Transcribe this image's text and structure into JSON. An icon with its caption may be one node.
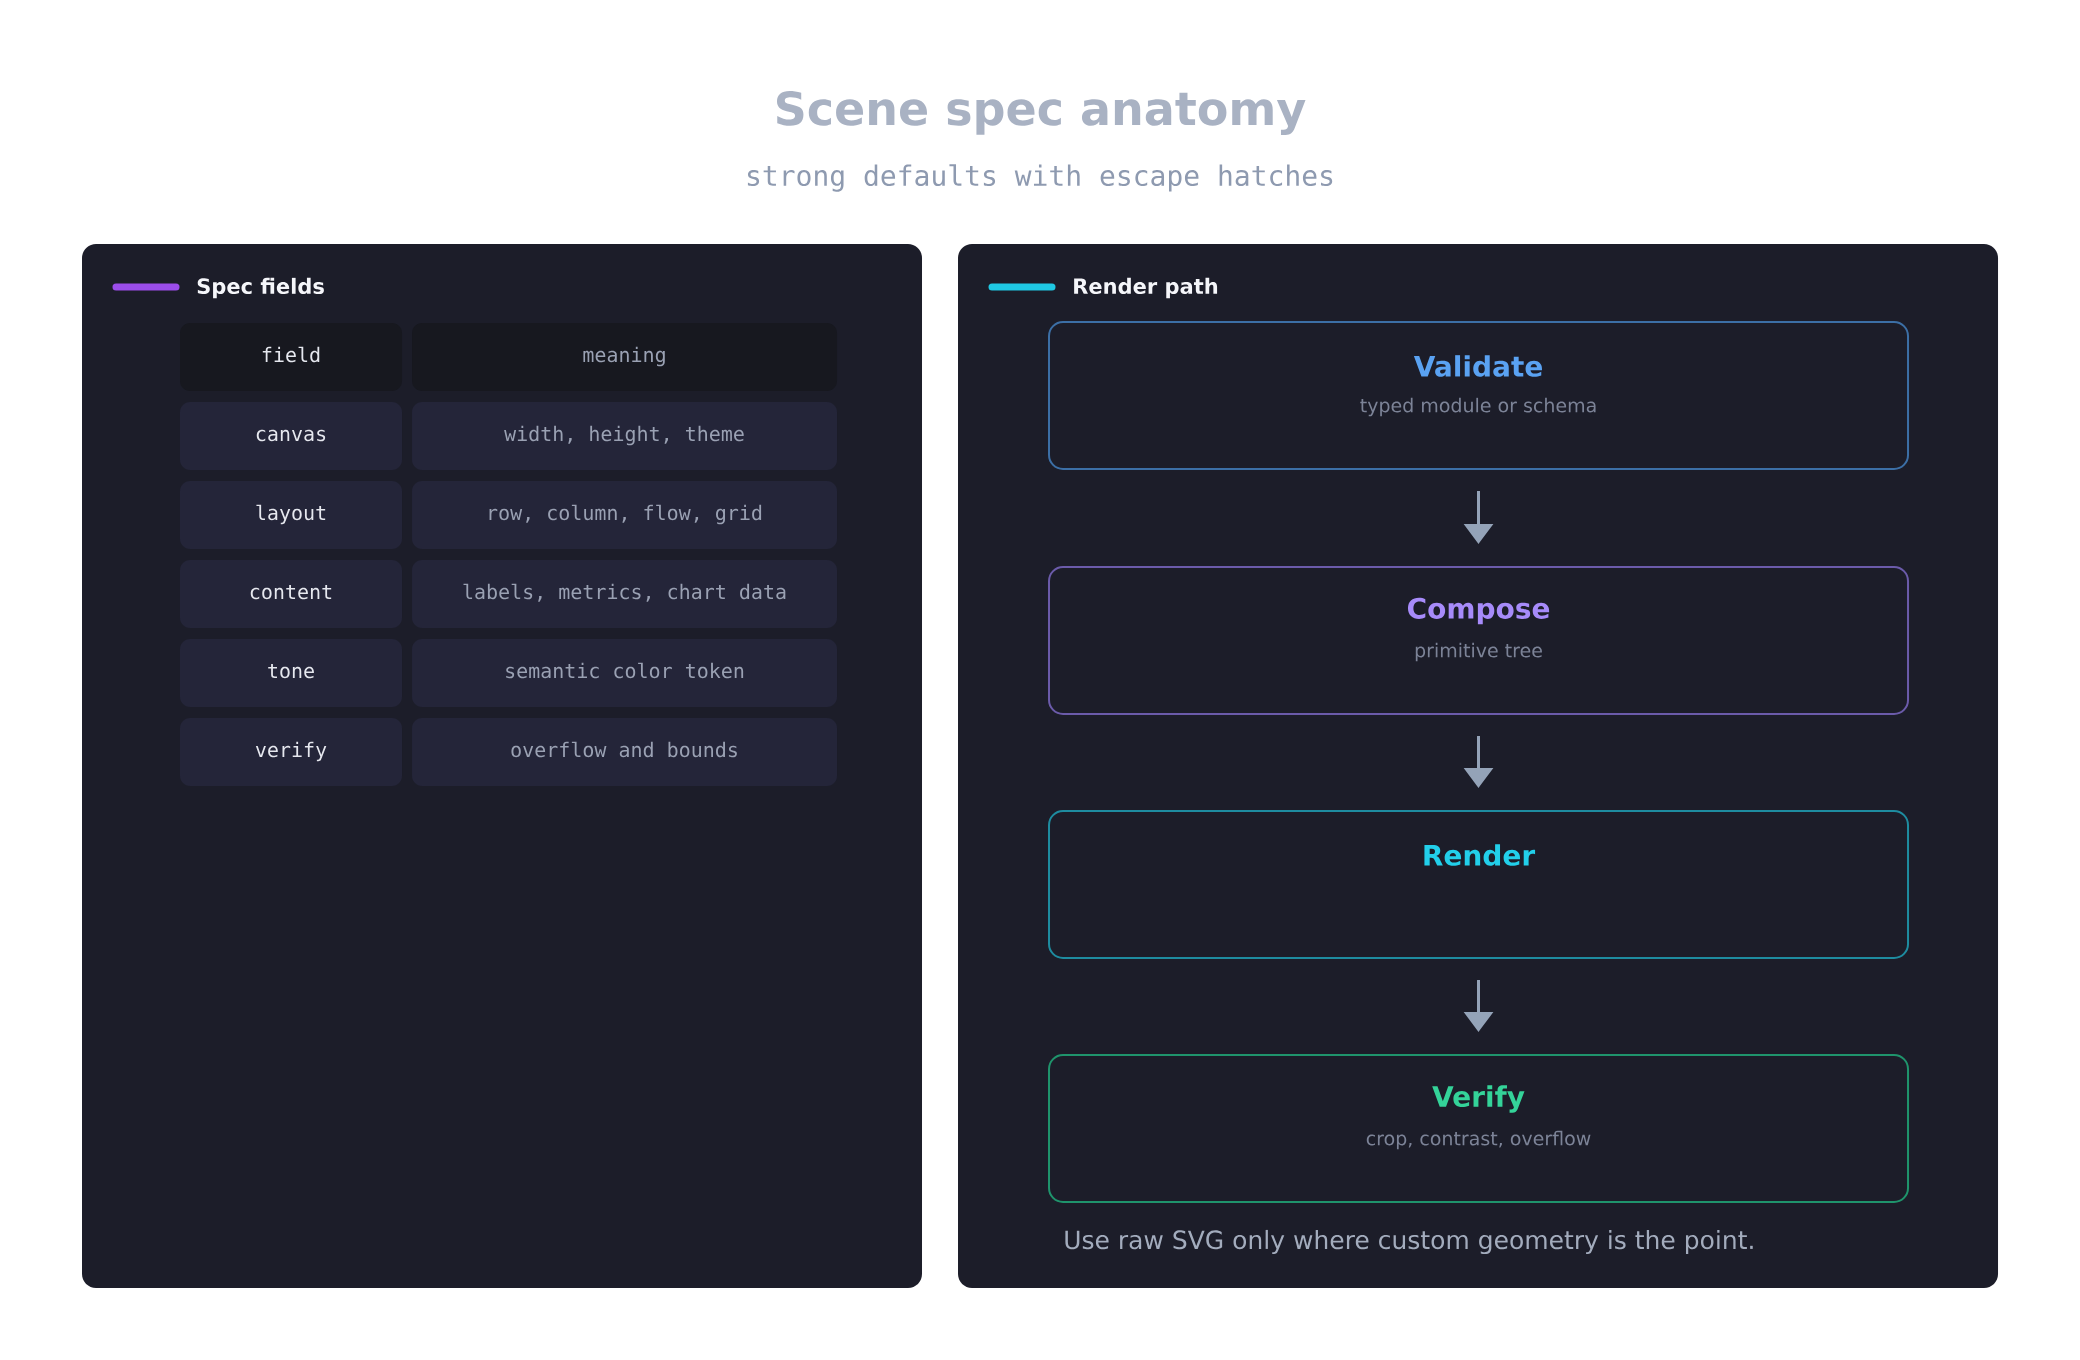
{
  "diagram": {
    "title": "Scene spec anatomy",
    "nodes": [
      {
        "text": [
          "Spec fields"
        ]
      },
      {
        "text": [
          "Render path"
        ]
      },
      {
        "text": [
          "Validate",
          "typed module or schema"
        ],
        "in": 1
      },
      {
        "text": [
          "Compose",
          "primitive tree"
        ],
        "in": 1
      },
      {
        "text": [
          "Render"
        ],
        "in": 1
      },
      {
        "text": [
          "Verify",
          "crop, contrast, overflow"
        ],
        "in": 1
      }
    ],
    "edges": [
      {
        "from": 2,
        "to": 3,
        "arrow": "to"
      },
      {
        "from": 3,
        "to": 4,
        "arrow": "to"
      },
      {
        "from": 4,
        "to": 5,
        "arrow": "to"
      }
    ],
    "labels": [
      "strong defaults with escape hatches",
      "field",
      "meaning",
      "canvas",
      "width, height, theme",
      "layout",
      "row, column, flow, grid",
      "content",
      "labels, metrics, chart data",
      "tone",
      "semantic color token",
      "verify",
      "overflow and bounds",
      "Use raw SVG only where custom geometry is the point."
    ]
  }
}
